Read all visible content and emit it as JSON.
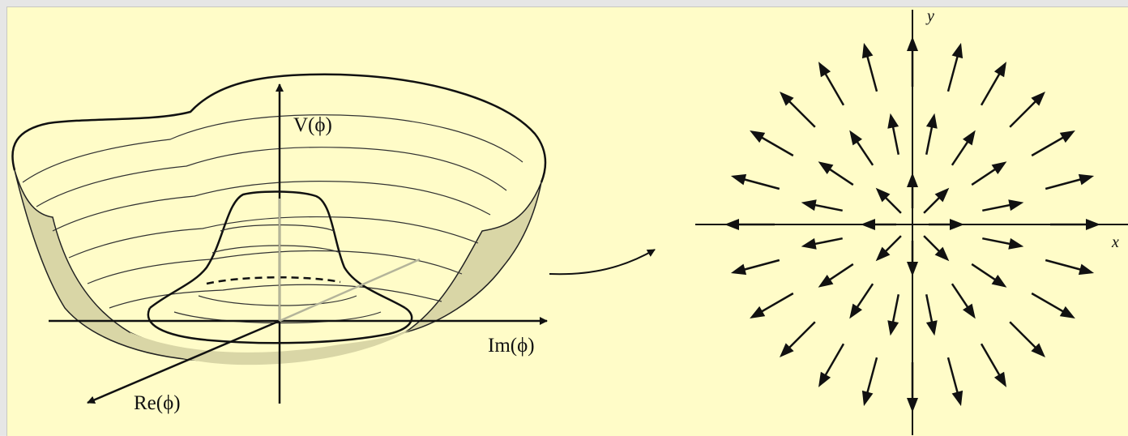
{
  "left_diagram": {
    "labels": {
      "v_axis": "V(ϕ)",
      "im_axis": "Im(ϕ)",
      "re_axis": "Re(ϕ)"
    }
  },
  "right_diagram": {
    "labels": {
      "x_axis": "x",
      "y_axis": "y"
    },
    "field": "radial (hedgehog)"
  },
  "colors": {
    "background": "#fffcc8",
    "surface_fill": "#d9d6a6",
    "ink": "#111111"
  }
}
